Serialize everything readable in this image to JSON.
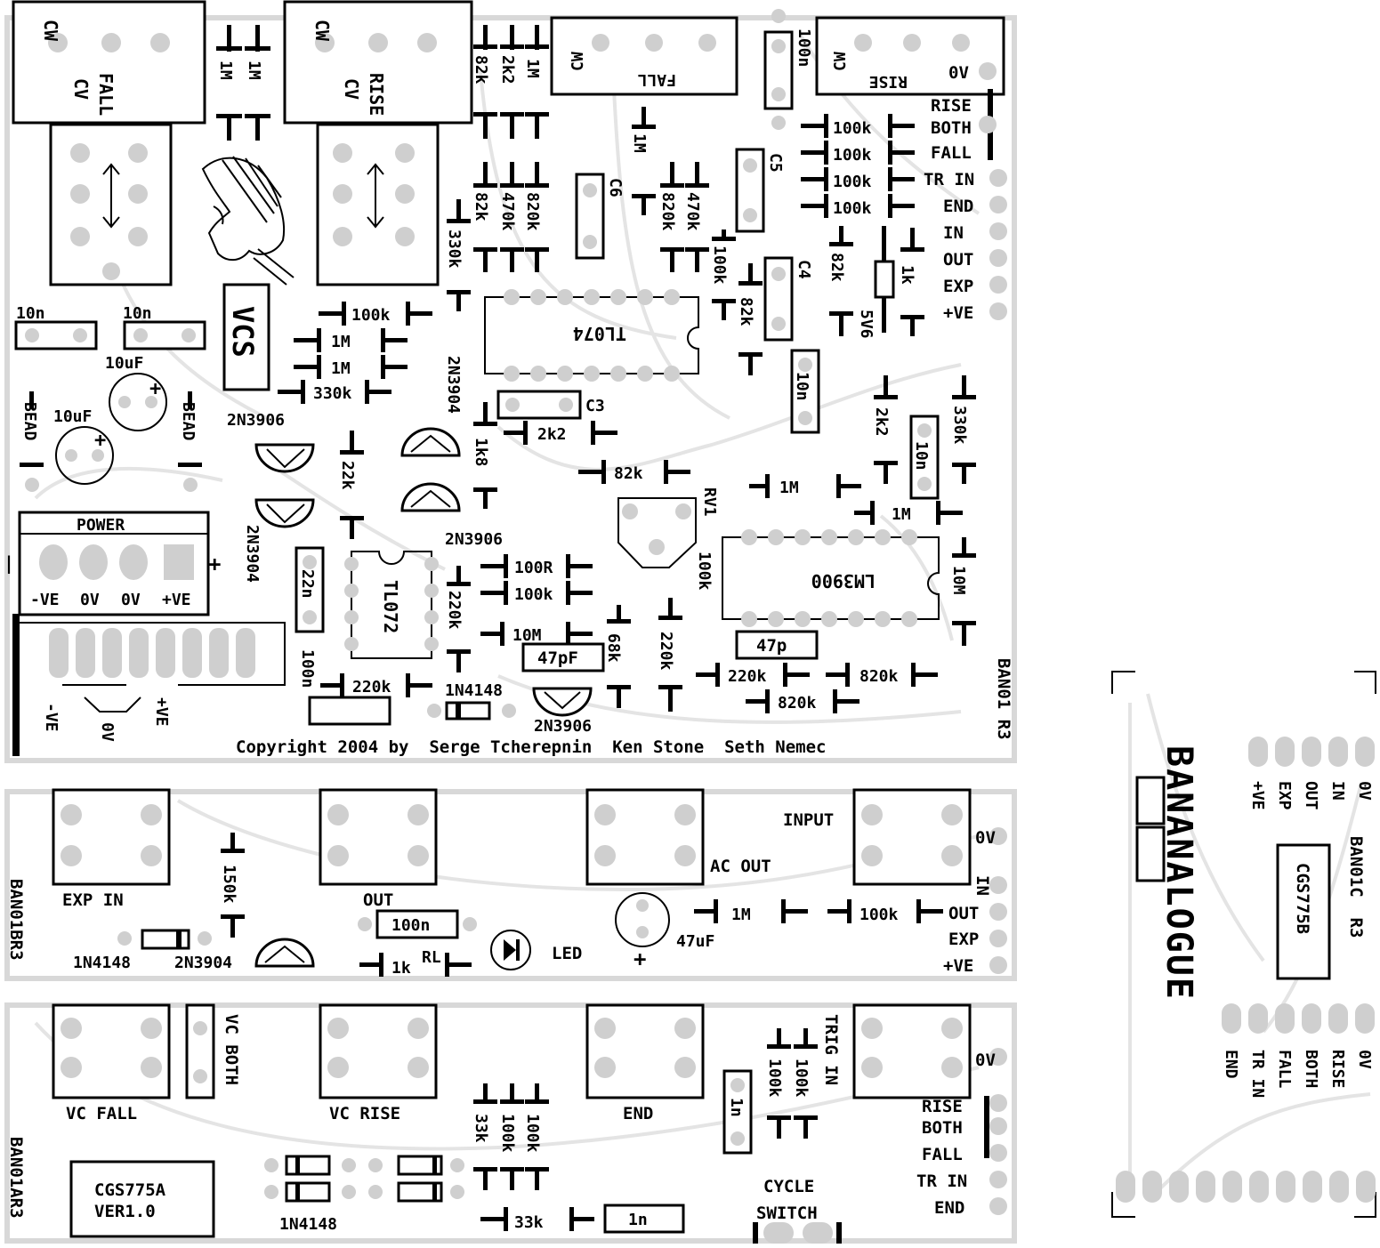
{
  "board": {
    "copyright": "Copyright 2004 by  Serge Tcherepnin  Ken Stone  Seth Nemec",
    "main_id": "BAN01 R3",
    "b_id": "BAN01BR3",
    "a_id": "BAN01AR3"
  },
  "jacks_top": {
    "fall_cv": [
      "FALL",
      "CV"
    ],
    "rise_cv": [
      "RISE",
      "CV"
    ],
    "fall": "FALL",
    "rise": "RISE",
    "connector_mark": "CW"
  },
  "top_resistors": {
    "r1m_a": "1M",
    "r1m_b": "1M",
    "r82k": "82k",
    "r2k2": "2k2",
    "r1m_c": "1M",
    "r82k_b": "82k",
    "r470k": "470k",
    "r820k": "820k",
    "r330k": "330k",
    "c6": "C6",
    "r1m_d": "1M",
    "r820k_b": "820k",
    "r470k_b": "470k",
    "r100k_v": "100k",
    "c5": "C5",
    "c4": "C4",
    "r82k_c": "82k",
    "r82k_d": "82k",
    "r1k": "1k",
    "z5v6": "5V6",
    "c100n": "100n",
    "r100k_1": "100k",
    "r100k_2": "100k",
    "r100k_3": "100k",
    "r100k_4": "100k",
    "r100k_h": "100k",
    "r1m_e": "1M",
    "r1m_f": "1M",
    "r330k_h": "330k"
  },
  "header_labels": [
    "0V",
    "RISE",
    "BOTH",
    "FALL",
    "TR IN",
    "END",
    "IN",
    "OUT",
    "EXP",
    "+VE"
  ],
  "mid_parts": {
    "c10n_a": "10n",
    "c10n_b": "10n",
    "c10uf_a": "10uF",
    "c10uf_b": "10uF",
    "bead_a": "BEAD",
    "bead_b": "BEAD",
    "vcs": "VCS",
    "q1": "2N3906",
    "q2": "2N3904",
    "q3": "2N3904",
    "q4": "2N3906",
    "q5": "2N3906",
    "tl074": "TL074",
    "tl072": "TL072",
    "lm3900": "LM3900",
    "c3": "C3",
    "r2k2_c": "2k2",
    "r1k8": "1k8",
    "r82k_e": "82k",
    "rv1": "RV1",
    "rv1_val": "100k",
    "r1m_g": "1M",
    "r1m_h": "1M",
    "c10n_c": "10n",
    "c10n_d": "10n",
    "r2k2_d": "2k2",
    "r330k_v": "330k",
    "r22k": "22k",
    "c22n": "22n",
    "r220k_a": "220k",
    "r100r": "100R",
    "r100k_m": "100k",
    "r10m_a": "10M",
    "c47pf": "47pF",
    "r68k": "68k",
    "r220k_b": "220k",
    "c47p": "47p",
    "r220k_c": "220k",
    "r820k_c": "820k",
    "r820k_d": "820k",
    "r10m_b": "10M",
    "c100n_b": "100n",
    "r220k_d": "220k",
    "d1n4148": "1N4148"
  },
  "power": {
    "title": "POWER",
    "pins": [
      "-VE",
      "0V",
      "0V",
      "+VE"
    ],
    "minus_mark": "|",
    "plus_mark": "+",
    "bus_neg": "-VE",
    "bus_zero": "0V",
    "bus_pos": "+VE"
  },
  "section_b": {
    "exp_in": "EXP IN",
    "out": "OUT",
    "ac_out": "AC OUT",
    "input": "INPUT",
    "r150k": "150k",
    "d1n4148": "1N4148",
    "q2n3904": "2N3904",
    "c100n": "100n",
    "r1k": "1k",
    "rl": "RL",
    "led": "LED",
    "c47uf": "47uF",
    "r1m": "1M",
    "r100k": "100k",
    "pins": [
      "0V",
      "IN",
      "OUT",
      "EXP",
      "+VE"
    ]
  },
  "section_a": {
    "vc_fall": "VC FALL",
    "vc_both": "VC BOTH",
    "vc_rise": "VC RISE",
    "end": "END",
    "trig_in": "TRIG IN",
    "r33k": "33k",
    "r100k_a": "100k",
    "r100k_b": "100k",
    "c1n_a": "1n",
    "r100k_c": "100k",
    "r100k_d": "100k",
    "r33k_b": "33k",
    "c1n_b": "1n",
    "cycle": "CYCLE",
    "switch": "SWITCH",
    "chip_line1": "CGS775A",
    "chip_line2": "VER1.0",
    "diode": "1N4148",
    "pins": [
      "0V",
      "RISE",
      "BOTH",
      "FALL",
      "TR IN",
      "END"
    ]
  },
  "section_c": {
    "logo": "BANANALOGUE",
    "id": "BAN01C  R3",
    "chip": "CGS775B",
    "top_pins": [
      "+VE",
      "EXP",
      "OUT",
      "IN",
      "0V"
    ],
    "bottom_pins": [
      "END",
      "TR IN",
      "FALL",
      "BOTH",
      "RISE",
      "0V"
    ]
  }
}
